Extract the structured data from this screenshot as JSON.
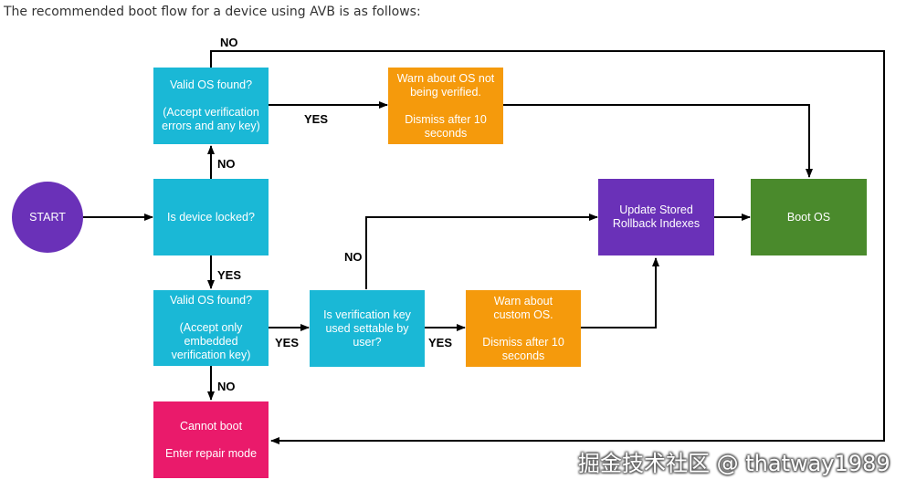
{
  "caption": "The recommended boot flow for a device using AVB is as follows:",
  "colors": {
    "cyan": "#1ab8d6",
    "orange": "#f59a0c",
    "purple": "#6a31b8",
    "green": "#4a8a2c",
    "red": "#ea1a6b"
  },
  "nodes": {
    "start": "START",
    "valid_os_unlocked": {
      "title": "Valid OS found?",
      "line1": "(Accept verification",
      "line2": "errors and any key)"
    },
    "warn_not_verified": {
      "line1": "Warn about OS not",
      "line2": "being verified.",
      "line3": "Dismiss after 10",
      "line4": "seconds"
    },
    "is_locked": "Is device locked?",
    "valid_os_locked": {
      "title": "Valid OS found?",
      "line1": "(Accept only",
      "line2": "embedded",
      "line3": "verification key)"
    },
    "verif_key": {
      "line1": "Is verification key",
      "line2": "used settable by",
      "line3": "user?"
    },
    "warn_custom": {
      "line1": "Warn about",
      "line2": "custom OS.",
      "line3": "Dismiss after 10",
      "line4": "seconds"
    },
    "update_rollback": {
      "line1": "Update Stored",
      "line2": "Rollback Indexes"
    },
    "boot_os": "Boot OS",
    "cannot_boot": {
      "line1": "Cannot boot",
      "line2": "Enter repair mode"
    }
  },
  "edge_labels": {
    "no_top": "NO",
    "yes_warn": "YES",
    "no_locked": "NO",
    "yes_locked": "YES",
    "no_verif": "NO",
    "yes_valid_locked": "YES",
    "yes_verif": "YES",
    "no_cannot": "NO"
  },
  "watermark": "掘金技术社区 @ thatway1989"
}
